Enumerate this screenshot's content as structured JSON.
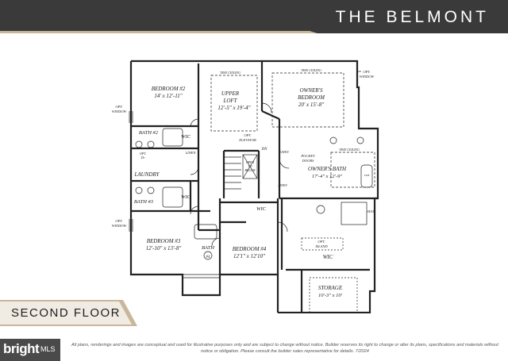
{
  "header": {
    "title": "THE BELMONT",
    "bg_color": "#3a3a3a",
    "accent_color": "#c9b79c"
  },
  "floor_label": "SECOND FLOOR",
  "rooms": {
    "bedroom2": {
      "name": "BEDROOM #2",
      "dims": "14' x 12'-11\""
    },
    "upper_loft": {
      "name1": "UPPER",
      "name2": "LOFT",
      "dims": "12'-5\" x 19'-4\""
    },
    "owners_bedroom": {
      "name1": "OWNER'S",
      "name2": "BEDROOM",
      "dims": "20' x 15'-8\""
    },
    "bath2": "BATH #2",
    "wic_b2": "WIC",
    "linen1": "LINEN",
    "laundry": "LAUNDRY",
    "bath3": "BATH #3",
    "wic_b3": "WIC",
    "bedroom3": {
      "name": "BEDROOM #3",
      "dims": "12'-10\" x 13'-8\""
    },
    "bedroom4": {
      "name": "BEDROOM #4",
      "dims": "12'1\" x 12'10\""
    },
    "bath4": "BATH",
    "bath4_num": "#4",
    "wic_b4": "WIC",
    "owners_bath": {
      "name": "OWNER'S BATH",
      "dims": "17'-4\" x 12'-9\""
    },
    "owners_wic": "WIC",
    "opt_island": "OPT.\nISLAND",
    "storage": {
      "name": "STORAGE",
      "dims": "10'-3\" x 10'"
    }
  },
  "notes": {
    "tray_ceiling_loft": "TRAY CEILING",
    "tray_ceiling_owner": "TRAY CEILING",
    "tray_ceiling_bath": "TRAY CEILING",
    "opt_window_left1": "OPT.\nWINDOW",
    "opt_window_left2": "OPT.\nWINDOW",
    "opt_window_right": "OPT.\nWINDOW",
    "opt_elevator": "OPT.\nELEVATOR",
    "dn": "DN",
    "open_to_below": "OPEN\nTO\nBELOW",
    "pocket_doors": "POCKET\nDOORS",
    "linen2": "LINEN",
    "linen3": "LINEN",
    "opt_dr": "OPT.\nDr",
    "seat": "SEAT",
    "freestanding": "FREESTANDING",
    "tub": "TUB"
  },
  "footer": {
    "logo": "bright",
    "logo_suffix": "MLS",
    "disclaimer": "All plans, renderings and images are conceptual and used for illustrative purposes only and are subject to change without notice. Builder reserves its right to change or alter its plans, specifications and materials without notice or obligation. Please consult the builder sales representative for details. 7/2024"
  }
}
